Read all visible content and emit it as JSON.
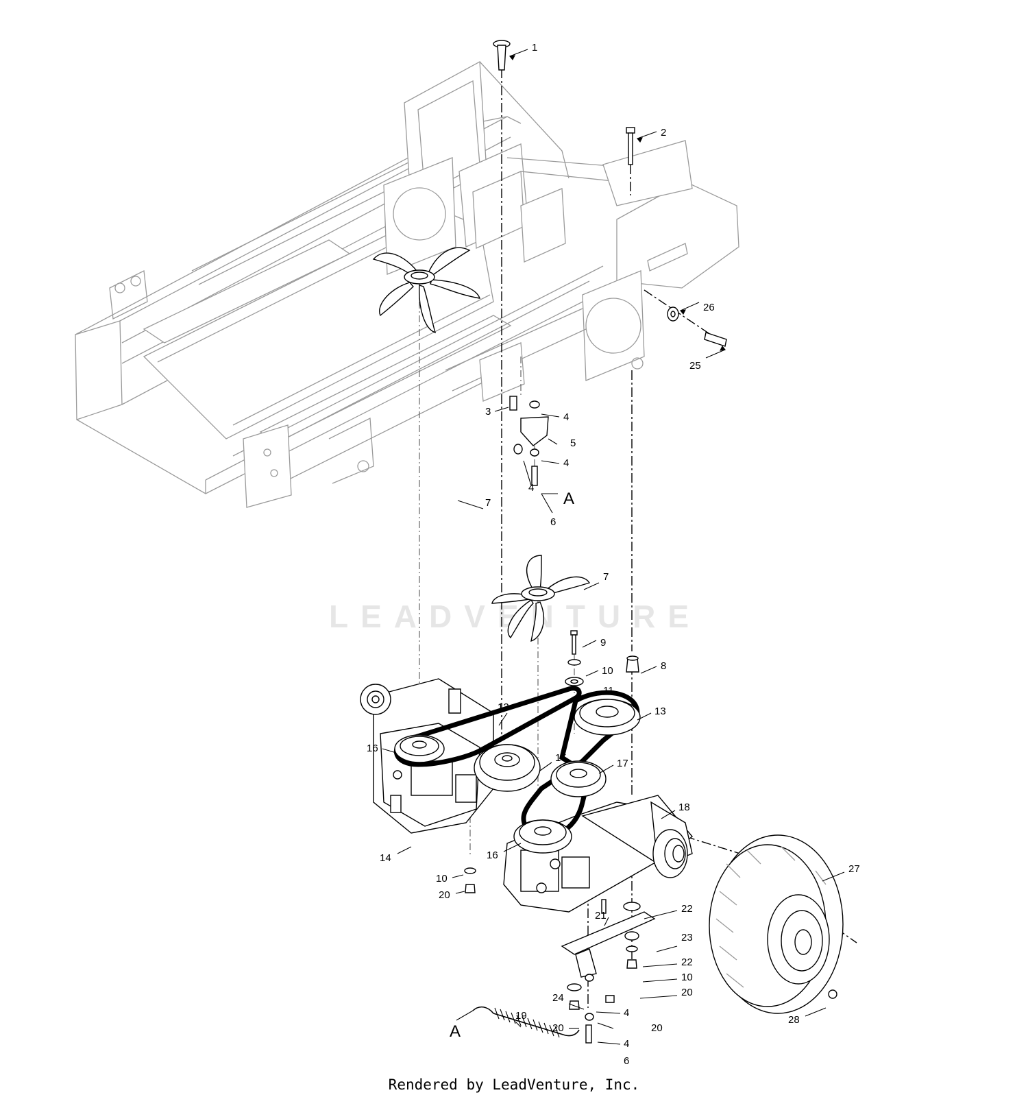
{
  "callouts": [
    {
      "id": "c1",
      "text": "1"
    },
    {
      "id": "c2",
      "text": "2"
    },
    {
      "id": "c3",
      "text": "3"
    },
    {
      "id": "c4a",
      "text": "4"
    },
    {
      "id": "c5",
      "text": "5"
    },
    {
      "id": "c4b",
      "text": "4"
    },
    {
      "id": "c4c",
      "text": "4"
    },
    {
      "id": "cA1",
      "text": "A"
    },
    {
      "id": "c6a",
      "text": "6"
    },
    {
      "id": "c7a",
      "text": "7"
    },
    {
      "id": "c7b",
      "text": "7"
    },
    {
      "id": "c26",
      "text": "26"
    },
    {
      "id": "c25",
      "text": "25"
    },
    {
      "id": "c9",
      "text": "9"
    },
    {
      "id": "c8",
      "text": "8"
    },
    {
      "id": "c10a",
      "text": "10"
    },
    {
      "id": "c11",
      "text": "11"
    },
    {
      "id": "c12",
      "text": "12"
    },
    {
      "id": "c13",
      "text": "13"
    },
    {
      "id": "c16a",
      "text": "16"
    },
    {
      "id": "c15",
      "text": "15"
    },
    {
      "id": "c17",
      "text": "17"
    },
    {
      "id": "c18",
      "text": "18"
    },
    {
      "id": "c16b",
      "text": "16"
    },
    {
      "id": "c14",
      "text": "14"
    },
    {
      "id": "c10b",
      "text": "10"
    },
    {
      "id": "c20a",
      "text": "20"
    },
    {
      "id": "c27",
      "text": "27"
    },
    {
      "id": "c22a",
      "text": "22"
    },
    {
      "id": "c21",
      "text": "21"
    },
    {
      "id": "c23",
      "text": "23"
    },
    {
      "id": "c22b",
      "text": "22"
    },
    {
      "id": "c10c",
      "text": "10"
    },
    {
      "id": "c20b",
      "text": "20"
    },
    {
      "id": "c24",
      "text": "24"
    },
    {
      "id": "c4d",
      "text": "4"
    },
    {
      "id": "c20c",
      "text": "20"
    },
    {
      "id": "c20d",
      "text": "20"
    },
    {
      "id": "c4e",
      "text": "4"
    },
    {
      "id": "c28",
      "text": "28"
    },
    {
      "id": "c19",
      "text": "19"
    },
    {
      "id": "cA2",
      "text": "A"
    },
    {
      "id": "c6b",
      "text": "6"
    }
  ],
  "watermark": "LEADVENTURE",
  "footer": "Rendered by LeadVenture, Inc."
}
